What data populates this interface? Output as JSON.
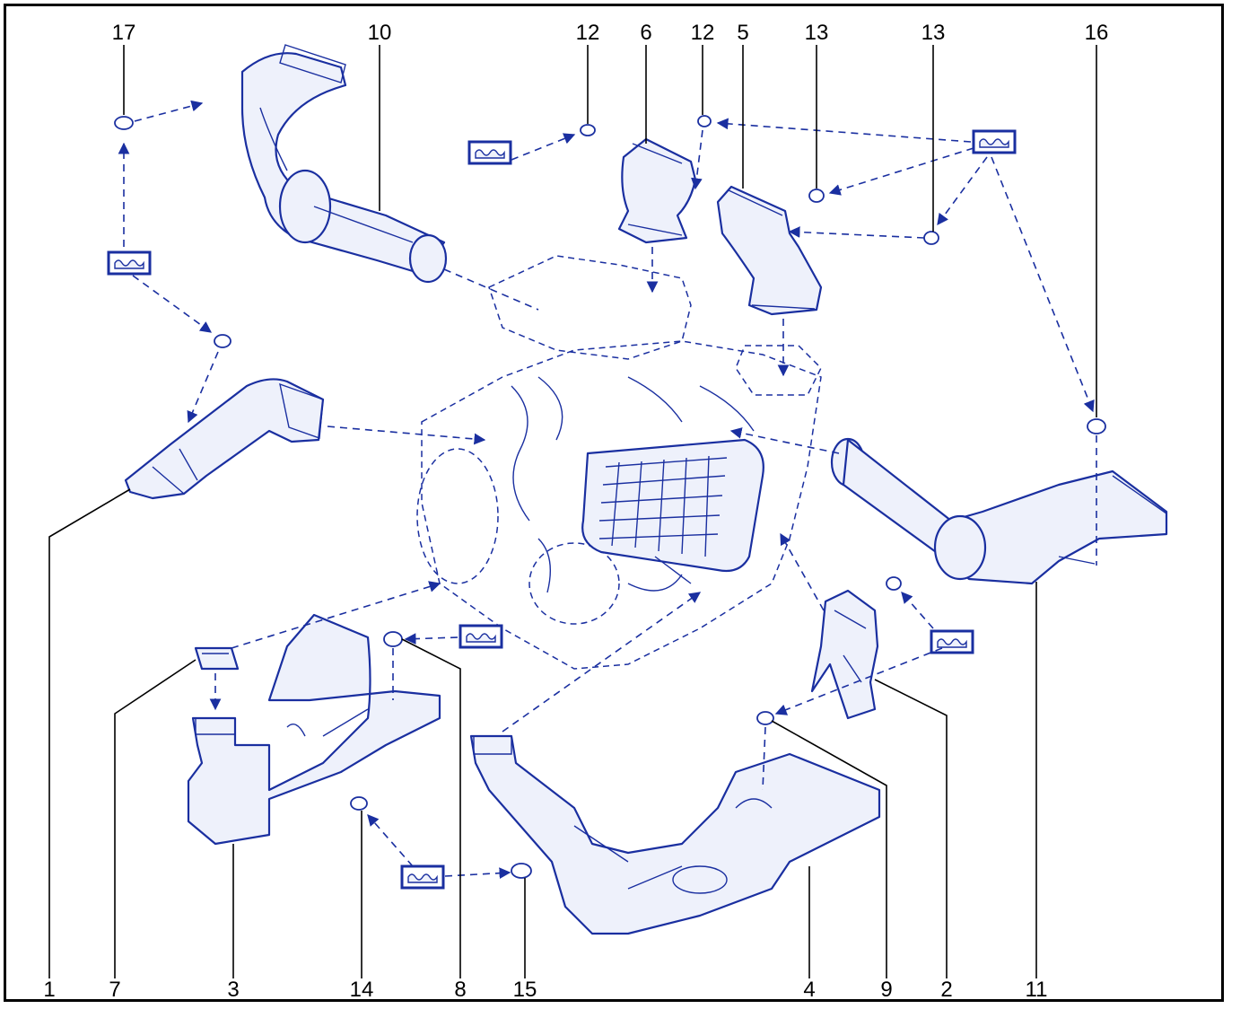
{
  "diagram": {
    "type": "exploded-parts-view",
    "line_color": "#1a2fa0",
    "callouts": {
      "c1": "1",
      "c2": "2",
      "c3": "3",
      "c4": "4",
      "c5": "5",
      "c6": "6",
      "c7": "7",
      "c8": "8",
      "c9": "9",
      "c10": "10",
      "c11": "11",
      "c12a": "12",
      "c12b": "12",
      "c13a": "13",
      "c13b": "13",
      "c14": "14",
      "c15": "15",
      "c16": "16",
      "c17": "17"
    }
  }
}
